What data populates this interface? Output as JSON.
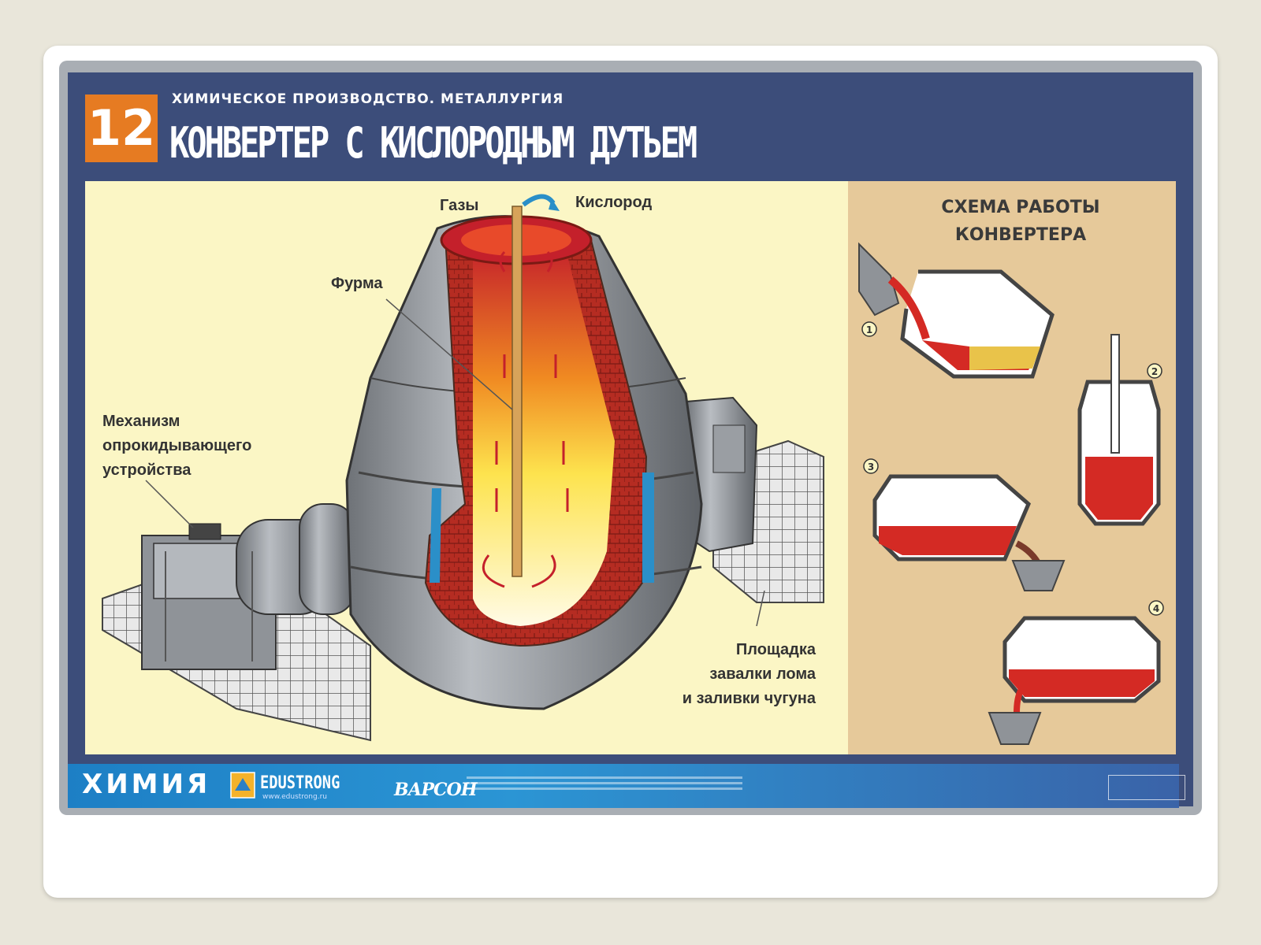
{
  "header": {
    "number": "12",
    "subtitle": "ХИМИЧЕСКОЕ ПРОИЗВОДСТВО. МЕТАЛЛУРГИЯ",
    "title": "КОНВЕРТЕР С КИСЛОРОДНЫМ ДУТЬЕМ"
  },
  "labels": {
    "gases": "Газы",
    "oxygen": "Кислород",
    "lance": "Фурма",
    "mechanism": [
      "Механизм",
      "опрокидывающего",
      "устройства"
    ],
    "platform": [
      "Площадка",
      "завалки лома",
      "и заливки чугуна"
    ]
  },
  "scheme": {
    "title_lines": [
      "СХЕМА РАБОТЫ",
      "КОНВЕРТЕРА"
    ],
    "steps": [
      "1",
      "2",
      "3",
      "4"
    ]
  },
  "footer": {
    "subject": "ХИМИЯ",
    "brand": "EDUSTRONG",
    "url": "www.edustrong.ru",
    "publisher": "ВАРСОН"
  },
  "colors": {
    "navy": "#3c4d7a",
    "orange": "#e67b22",
    "molten_red": "#d42a24",
    "steel_gray": "#8f9398",
    "left_panel": "#fbf6c5",
    "right_panel": "#e6c99a"
  }
}
